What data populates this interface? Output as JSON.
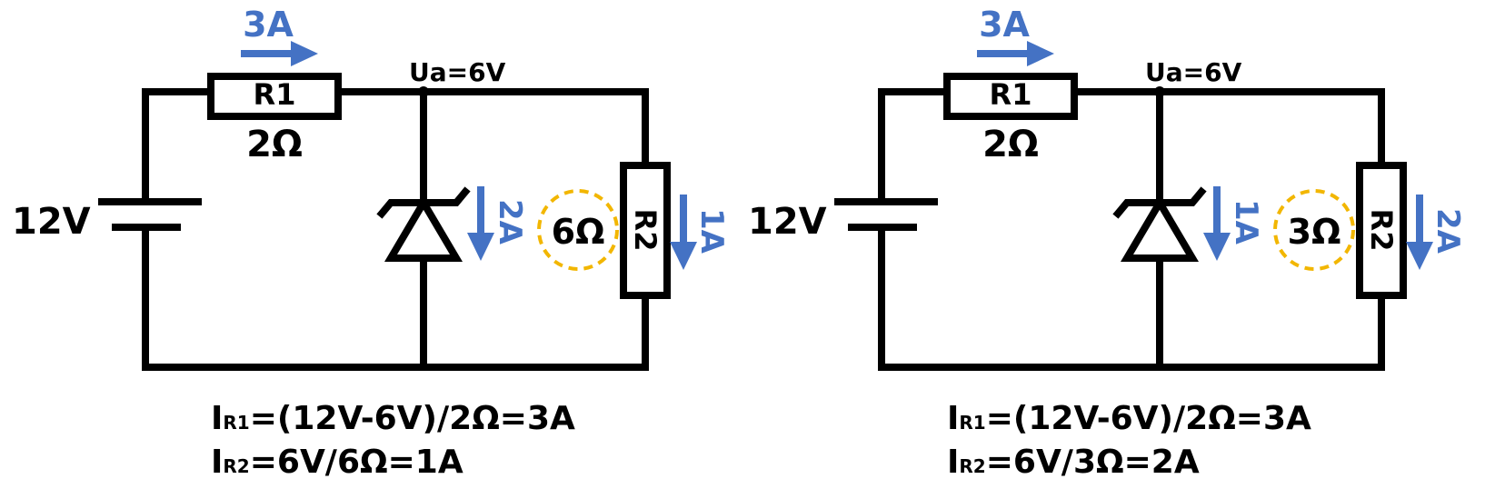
{
  "colors": {
    "wire": "#000000",
    "current": "#4472c4",
    "ring": "#f2b600"
  },
  "circuits": [
    {
      "supply": "12V",
      "r1_name": "R1",
      "r1_value": "2Ω",
      "r1_current": "3A",
      "node_voltage": "Ua=6V",
      "zener_current": "2A",
      "r2_name": "R2",
      "r2_value": "6Ω",
      "r2_current": "1A",
      "eq1": {
        "symbol": "I",
        "sub": "R1",
        "text": "=(12V-6V)/2Ω=3A"
      },
      "eq2": {
        "symbol": "I",
        "sub": "R2",
        "text": "=6V/6Ω=1A"
      }
    },
    {
      "supply": "12V",
      "r1_name": "R1",
      "r1_value": "2Ω",
      "r1_current": "3A",
      "node_voltage": "Ua=6V",
      "zener_current": "1A",
      "r2_name": "R2",
      "r2_value": "3Ω",
      "r2_current": "2A",
      "eq1": {
        "symbol": "I",
        "sub": "R1",
        "text": "=(12V-6V)/2Ω=3A"
      },
      "eq2": {
        "symbol": "I",
        "sub": "R2",
        "text": "=6V/3Ω=2A"
      }
    }
  ]
}
